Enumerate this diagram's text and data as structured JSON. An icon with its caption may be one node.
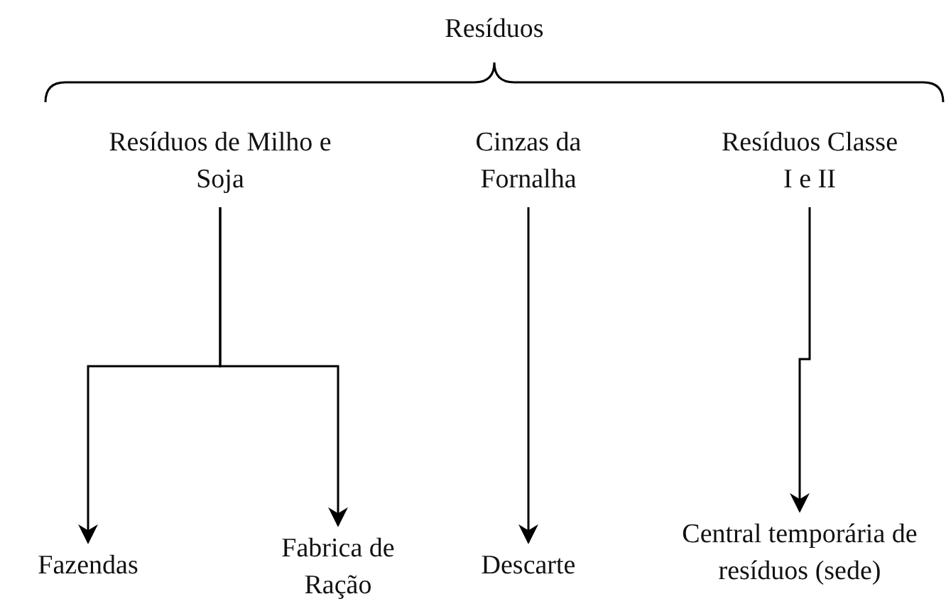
{
  "diagram": {
    "title": "Resíduos",
    "nodes": [
      {
        "text": [
          "Resíduos de Milho e Soja"
        ]
      },
      {
        "text": [
          "Cinzas da Fornalha"
        ]
      },
      {
        "text": [
          "Resíduos Classe I e II"
        ]
      },
      {
        "text": [
          "Fazendas"
        ]
      },
      {
        "text": [
          "Fabrica de Ração"
        ]
      },
      {
        "text": [
          "Descarte"
        ]
      },
      {
        "text": [
          "Central temporária de resíduos (sede)"
        ]
      }
    ],
    "edges": [
      {
        "from": 0,
        "to": 3,
        "arrow": "to"
      },
      {
        "from": 0,
        "to": 4,
        "arrow": "to"
      },
      {
        "from": 1,
        "to": 5,
        "arrow": "to"
      },
      {
        "from": 2,
        "to": 6,
        "arrow": "to"
      }
    ]
  }
}
